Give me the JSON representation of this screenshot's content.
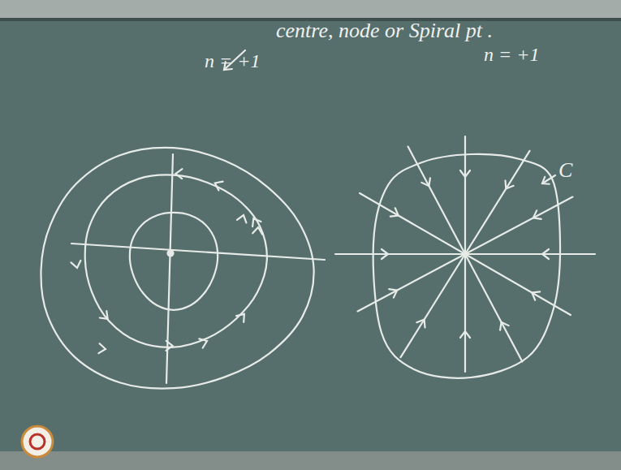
{
  "diagram": {
    "labels": [
      "centre, node or Spiral pt .",
      "n = +1",
      "n = +1",
      "C"
    ]
  }
}
